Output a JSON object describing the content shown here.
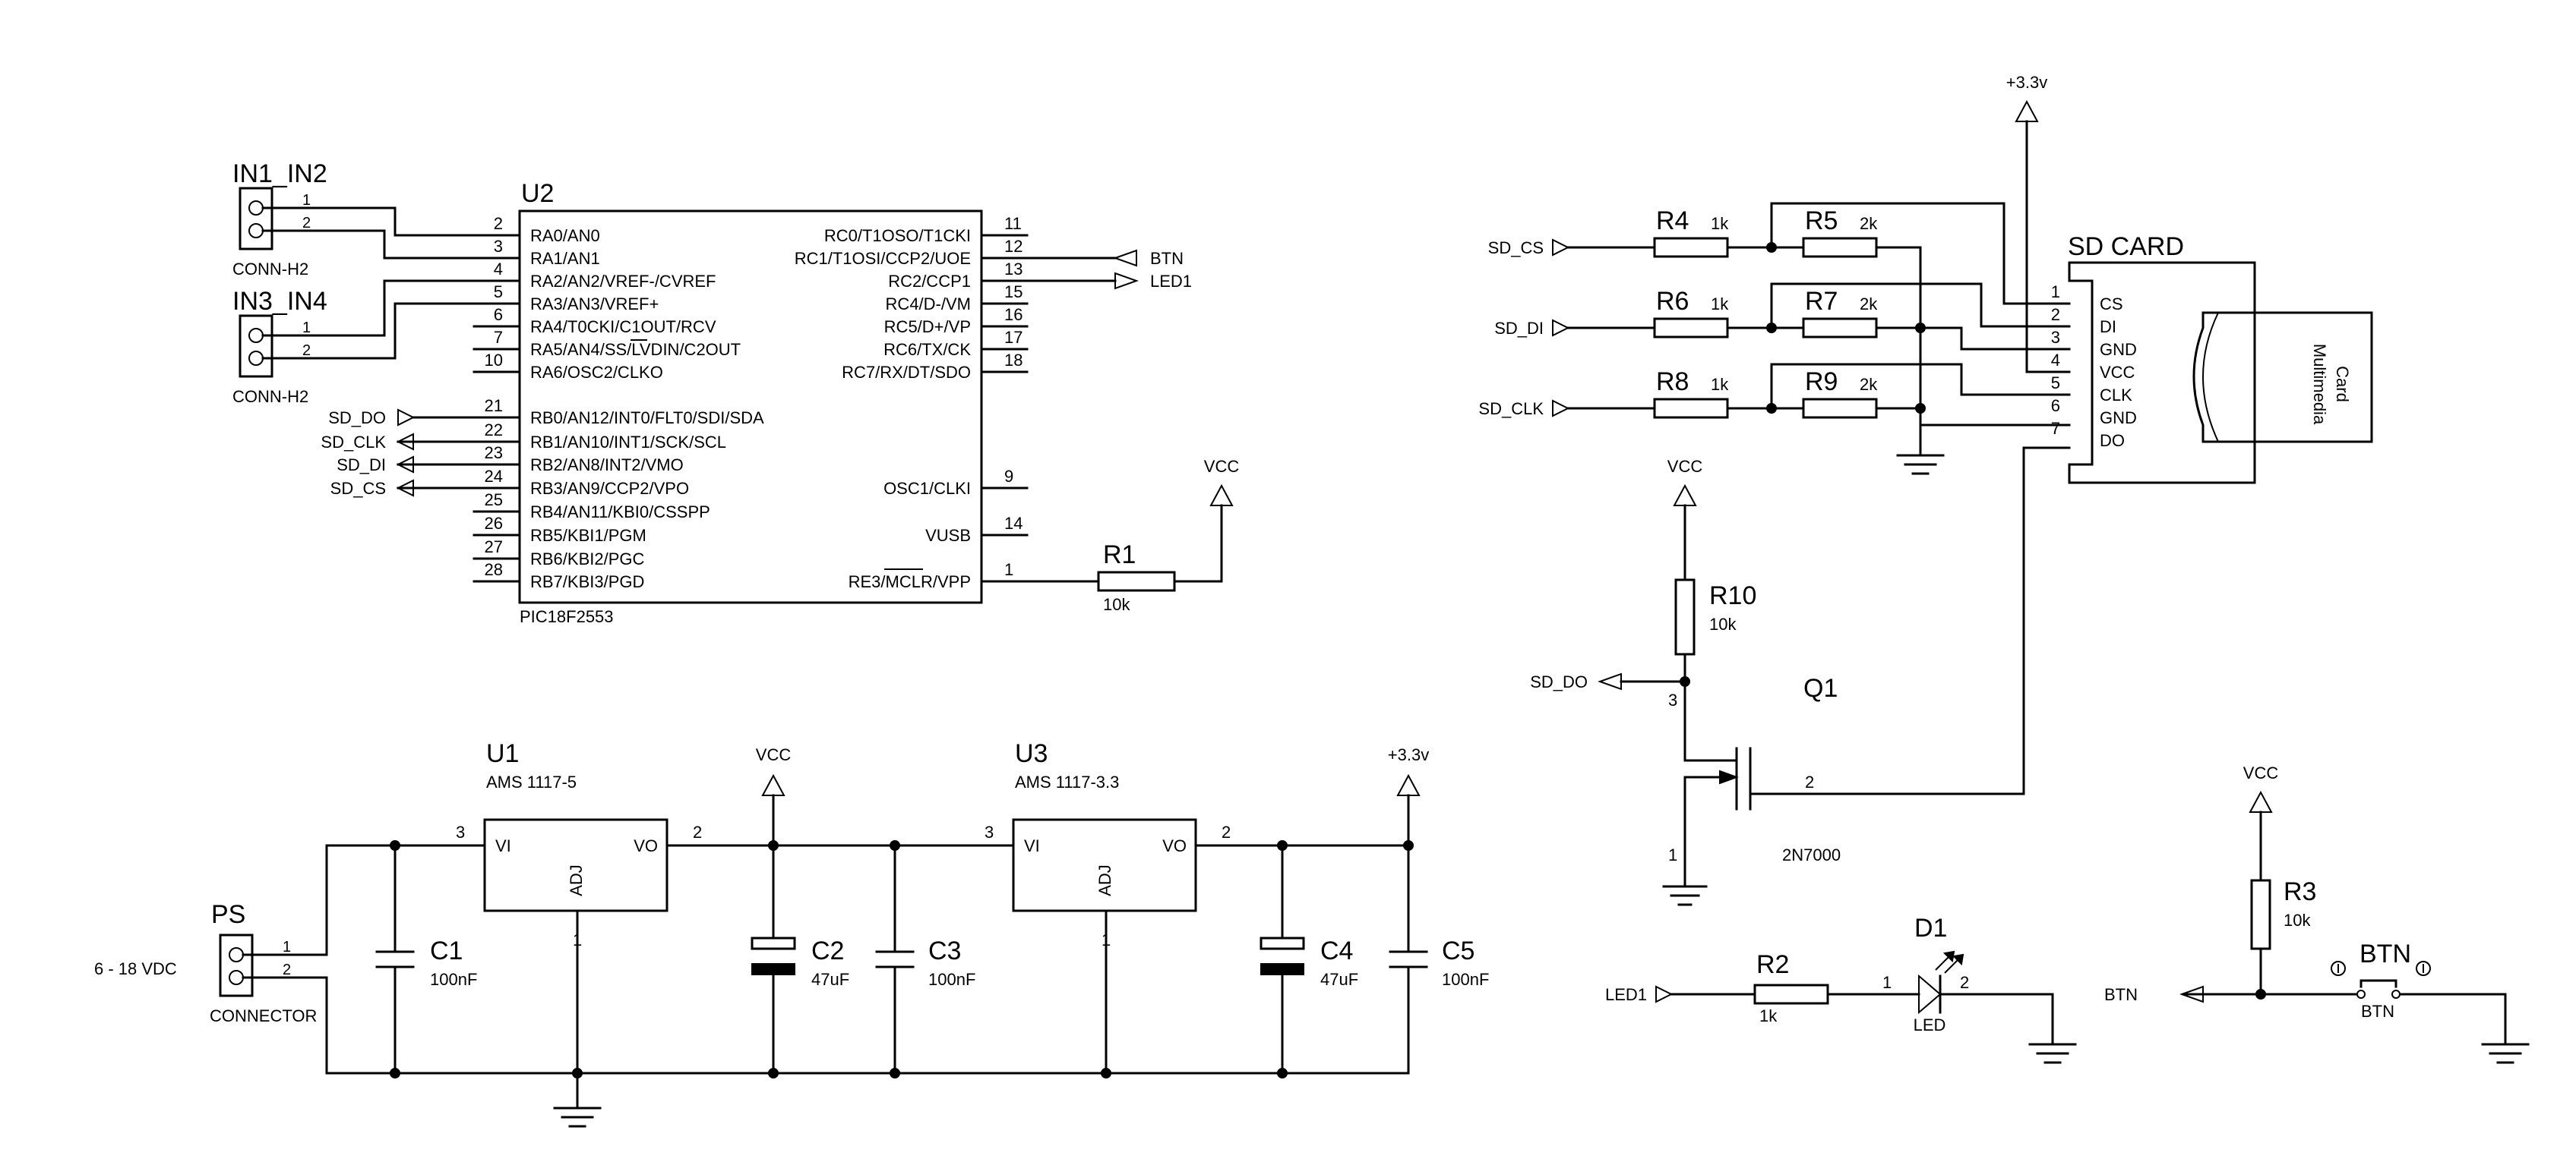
{
  "u2": {
    "ref": "U2",
    "part": "PIC18F2553",
    "left_pins": [
      {
        "num": "2",
        "label": "RA0/AN0"
      },
      {
        "num": "3",
        "label": "RA1/AN1"
      },
      {
        "num": "4",
        "label": "RA2/AN2/VREF-/CVREF"
      },
      {
        "num": "5",
        "label": "RA3/AN3/VREF+"
      },
      {
        "num": "6",
        "label": "RA4/T0CKI/C1OUT/RCV"
      },
      {
        "num": "7",
        "label": "RA5/AN4/SS/LVDIN/C2OUT"
      },
      {
        "num": "10",
        "label": "RA6/OSC2/CLKO"
      },
      {
        "num": "21",
        "label": "RB0/AN12/INT0/FLT0/SDI/SDA"
      },
      {
        "num": "22",
        "label": "RB1/AN10/INT1/SCK/SCL"
      },
      {
        "num": "23",
        "label": "RB2/AN8/INT2/VMO"
      },
      {
        "num": "24",
        "label": "RB3/AN9/CCP2/VPO"
      },
      {
        "num": "25",
        "label": "RB4/AN11/KBI0/CSSPP"
      },
      {
        "num": "26",
        "label": "RB5/KBI1/PGM"
      },
      {
        "num": "27",
        "label": "RB6/KBI2/PGC"
      },
      {
        "num": "28",
        "label": "RB7/KBI3/PGD"
      }
    ],
    "right_pins": [
      {
        "num": "11",
        "label": "RC0/T1OSO/T1CKI"
      },
      {
        "num": "12",
        "label": "RC1/T1OSI/CCP2/UOE"
      },
      {
        "num": "13",
        "label": "RC2/CCP1"
      },
      {
        "num": "15",
        "label": "RC4/D-/VM"
      },
      {
        "num": "16",
        "label": "RC5/D+/VP"
      },
      {
        "num": "17",
        "label": "RC6/TX/CK"
      },
      {
        "num": "18",
        "label": "RC7/RX/DT/SDO"
      },
      {
        "num": "9",
        "label": "OSC1/CLKI"
      },
      {
        "num": "14",
        "label": "VUSB"
      },
      {
        "num": "1",
        "label": "RE3/MCLR/VPP"
      }
    ]
  },
  "connectors": {
    "in12": {
      "ref": "IN1_IN2",
      "type": "CONN-H2",
      "pin1": "1",
      "pin2": "2"
    },
    "in34": {
      "ref": "IN3_IN4",
      "type": "CONN-H2",
      "pin1": "1",
      "pin2": "2"
    },
    "ps": {
      "ref": "PS",
      "type": "CONNECTOR",
      "pin1": "1",
      "pin2": "2",
      "input": "6 - 18 VDC"
    }
  },
  "net_labels": {
    "btn": "BTN",
    "led1": "LED1",
    "sd_do": "SD_DO",
    "sd_clk": "SD_CLK",
    "sd_di": "SD_DI",
    "sd_cs": "SD_CS",
    "vcc": "VCC",
    "v33": "+3.3v"
  },
  "resistors": {
    "r1": {
      "ref": "R1",
      "value": "10k"
    },
    "r2": {
      "ref": "R2",
      "value": "1k"
    },
    "r3": {
      "ref": "R3",
      "value": "10k"
    },
    "r4": {
      "ref": "R4",
      "value": "1k"
    },
    "r5": {
      "ref": "R5",
      "value": "2k"
    },
    "r6": {
      "ref": "R6",
      "value": "1k"
    },
    "r7": {
      "ref": "R7",
      "value": "2k"
    },
    "r8": {
      "ref": "R8",
      "value": "1k"
    },
    "r9": {
      "ref": "R9",
      "value": "2k"
    },
    "r10": {
      "ref": "R10",
      "value": "10k"
    }
  },
  "regulators": {
    "u1": {
      "ref": "U1",
      "part": "AMS 1117-5",
      "vi": "VI",
      "vo": "VO",
      "adj": "ADJ",
      "pin_in": "3",
      "pin_out": "2",
      "pin_adj": "1"
    },
    "u3": {
      "ref": "U3",
      "part": "AMS 1117-3.3",
      "vi": "VI",
      "vo": "VO",
      "adj": "ADJ",
      "pin_in": "3",
      "pin_out": "2",
      "pin_adj": "1"
    }
  },
  "capacitors": {
    "c1": {
      "ref": "C1",
      "value": "100nF"
    },
    "c2": {
      "ref": "C2",
      "value": "47uF"
    },
    "c3": {
      "ref": "C3",
      "value": "100nF"
    },
    "c4": {
      "ref": "C4",
      "value": "47uF"
    },
    "c5": {
      "ref": "C5",
      "value": "100nF"
    }
  },
  "sd_card": {
    "title": "SD CARD",
    "pins": [
      {
        "num": "1",
        "label": "CS"
      },
      {
        "num": "2",
        "label": "DI"
      },
      {
        "num": "3",
        "label": "GND"
      },
      {
        "num": "4",
        "label": "VCC"
      },
      {
        "num": "5",
        "label": "CLK"
      },
      {
        "num": "6",
        "label": "GND"
      },
      {
        "num": "7",
        "label": "DO"
      }
    ],
    "card_line1": "Multimedia",
    "card_line2": "Card"
  },
  "q1": {
    "ref": "Q1",
    "part": "2N7000",
    "pin_d": "3",
    "pin_g": "2",
    "pin_s": "1"
  },
  "d1": {
    "ref": "D1",
    "part": "LED",
    "pin_a": "1",
    "pin_k": "2"
  },
  "btn_switch": {
    "ref": "BTN",
    "part": "BTN"
  }
}
